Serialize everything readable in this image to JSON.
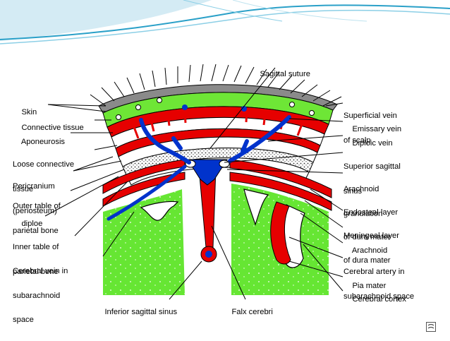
{
  "labels_left": [
    {
      "key": "skin",
      "lines": [
        "Skin"
      ]
    },
    {
      "key": "connective_tissue",
      "lines": [
        "Connective tissue"
      ]
    },
    {
      "key": "aponeurosis",
      "lines": [
        "Aponeurosis"
      ]
    },
    {
      "key": "loose_connective_tissue",
      "lines": [
        "Loose connective",
        "tissue"
      ]
    },
    {
      "key": "pericranium",
      "lines": [
        "Pericranium",
        "(periosteum)"
      ]
    },
    {
      "key": "outer_table",
      "lines": [
        "Outer table of",
        "parietal bone"
      ]
    },
    {
      "key": "diploe",
      "lines": [
        "diploe"
      ]
    },
    {
      "key": "inner_table",
      "lines": [
        "Inner table of",
        "parietal bone"
      ]
    },
    {
      "key": "cerebral_vein",
      "lines": [
        "Cerebral vein in",
        "subarachnoid",
        "space"
      ]
    }
  ],
  "labels_right": [
    {
      "key": "superficial_vein",
      "lines": [
        "Superficial vein",
        "of scalp"
      ]
    },
    {
      "key": "emissary_vein",
      "lines": [
        "Emissary vein"
      ]
    },
    {
      "key": "diploic_vein",
      "lines": [
        "Diploic vein"
      ]
    },
    {
      "key": "superior_sagittal_sinus",
      "lines": [
        "Superior sagittal",
        "sinus"
      ]
    },
    {
      "key": "arachnoid_granulation",
      "lines": [
        "Arachnoid",
        "granulation"
      ]
    },
    {
      "key": "endosteal_layer",
      "lines": [
        "Endosteal layer",
        "of dura mater"
      ]
    },
    {
      "key": "meningeal_layer",
      "lines": [
        "Meningeal layer",
        "of dura mater"
      ]
    },
    {
      "key": "arachnoid",
      "lines": [
        "Arachnoid"
      ]
    },
    {
      "key": "cerebral_artery",
      "lines": [
        "Cerebral artery in",
        "subarachnoid space"
      ]
    },
    {
      "key": "pia_mater",
      "lines": [
        "Pia mater"
      ]
    },
    {
      "key": "cerebral_cortex",
      "lines": [
        "Cerebral cortex"
      ]
    }
  ],
  "labels_top": [
    {
      "key": "sagittal_suture",
      "lines": [
        "Sagittal suture"
      ]
    }
  ],
  "labels_bottom": [
    {
      "key": "inferior_sagittal_sinus",
      "lines": [
        "Inferior sagittal sinus"
      ]
    },
    {
      "key": "falx_cerebri",
      "lines": [
        "Falx cerebri"
      ]
    }
  ],
  "colors": {
    "scalp_green": "#6ee636",
    "cortex_green": "#66e633",
    "artery_red": "#e60000",
    "vein_blue": "#0033cc",
    "header_teal": "#2aa0c8",
    "header_light": "#cfe9f3"
  },
  "icons": {
    "corner": "presentation-icon"
  }
}
